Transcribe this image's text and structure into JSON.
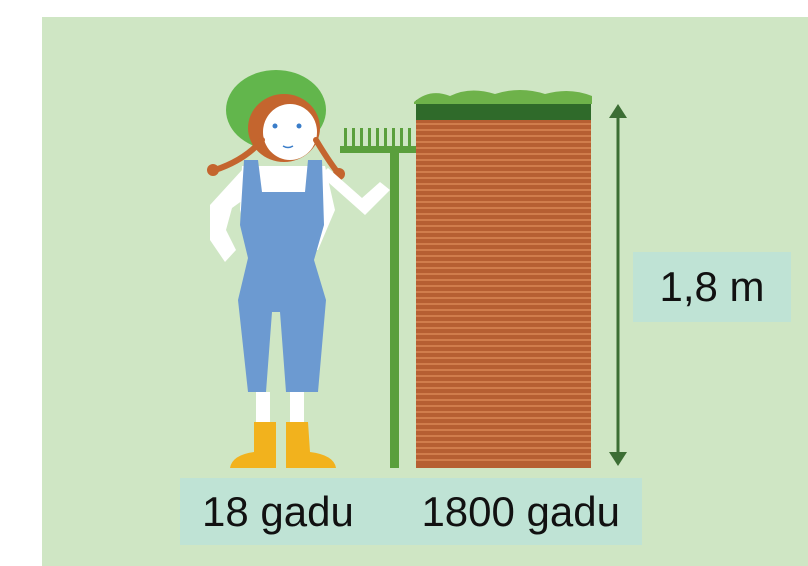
{
  "labels": {
    "height": "1,8 m",
    "person_age": "18 gadu",
    "soil_age": "1800 gadu"
  },
  "colors": {
    "background": "#cfe6c4",
    "label_box": "#bfe3d5",
    "soil": "#b65f32",
    "soil_line": "#d88755",
    "grass": "#6eb24a",
    "grass_dark": "#2f6a2a",
    "rake": "#5a9f3c",
    "arrow": "#3c6e34",
    "overalls": "#6c9ad1",
    "hat": "#62b64c",
    "hair": "#c4652e",
    "boots": "#f2b21d",
    "skin": "#ffffff"
  },
  "icons": [
    "gardener-figure",
    "rake-icon",
    "soil-profile",
    "height-arrow"
  ]
}
